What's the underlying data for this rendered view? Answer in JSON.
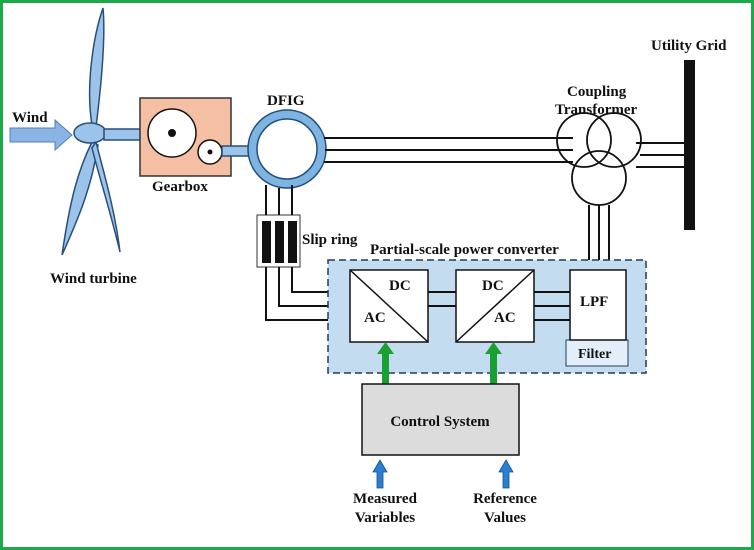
{
  "labels": {
    "wind": "Wind",
    "wind_turbine": "Wind turbine",
    "gearbox": "Gearbox",
    "dfig": "DFIG",
    "slip_ring": "Slip ring",
    "coupling_transformer_line1": "Coupling",
    "coupling_transformer_line2": "Transformer",
    "utility_grid": "Utility Grid",
    "partial_converter": "Partial-scale power converter",
    "conv1_top": "DC",
    "conv1_bottom": "AC",
    "conv2_top": "DC",
    "conv2_bottom": "AC",
    "lpf": "LPF",
    "filter": "Filter",
    "control_system": "Control System",
    "measured_line1": "Measured",
    "measured_line2": "Variables",
    "reference_line1": "Reference",
    "reference_line2": "Values"
  },
  "colors": {
    "frame_border": "#1fa84a",
    "wind_arrow": "#8ab4e6",
    "turbine": "#9cc3ea",
    "gearbox_fill": "#f5bfa4",
    "converter_fill": "#c4dcf0",
    "dfig_ring": "#7fb3e0",
    "control_arrow": "#1aa032",
    "input_arrow": "#2b7fd0",
    "control_box": "#dcdcdc"
  }
}
